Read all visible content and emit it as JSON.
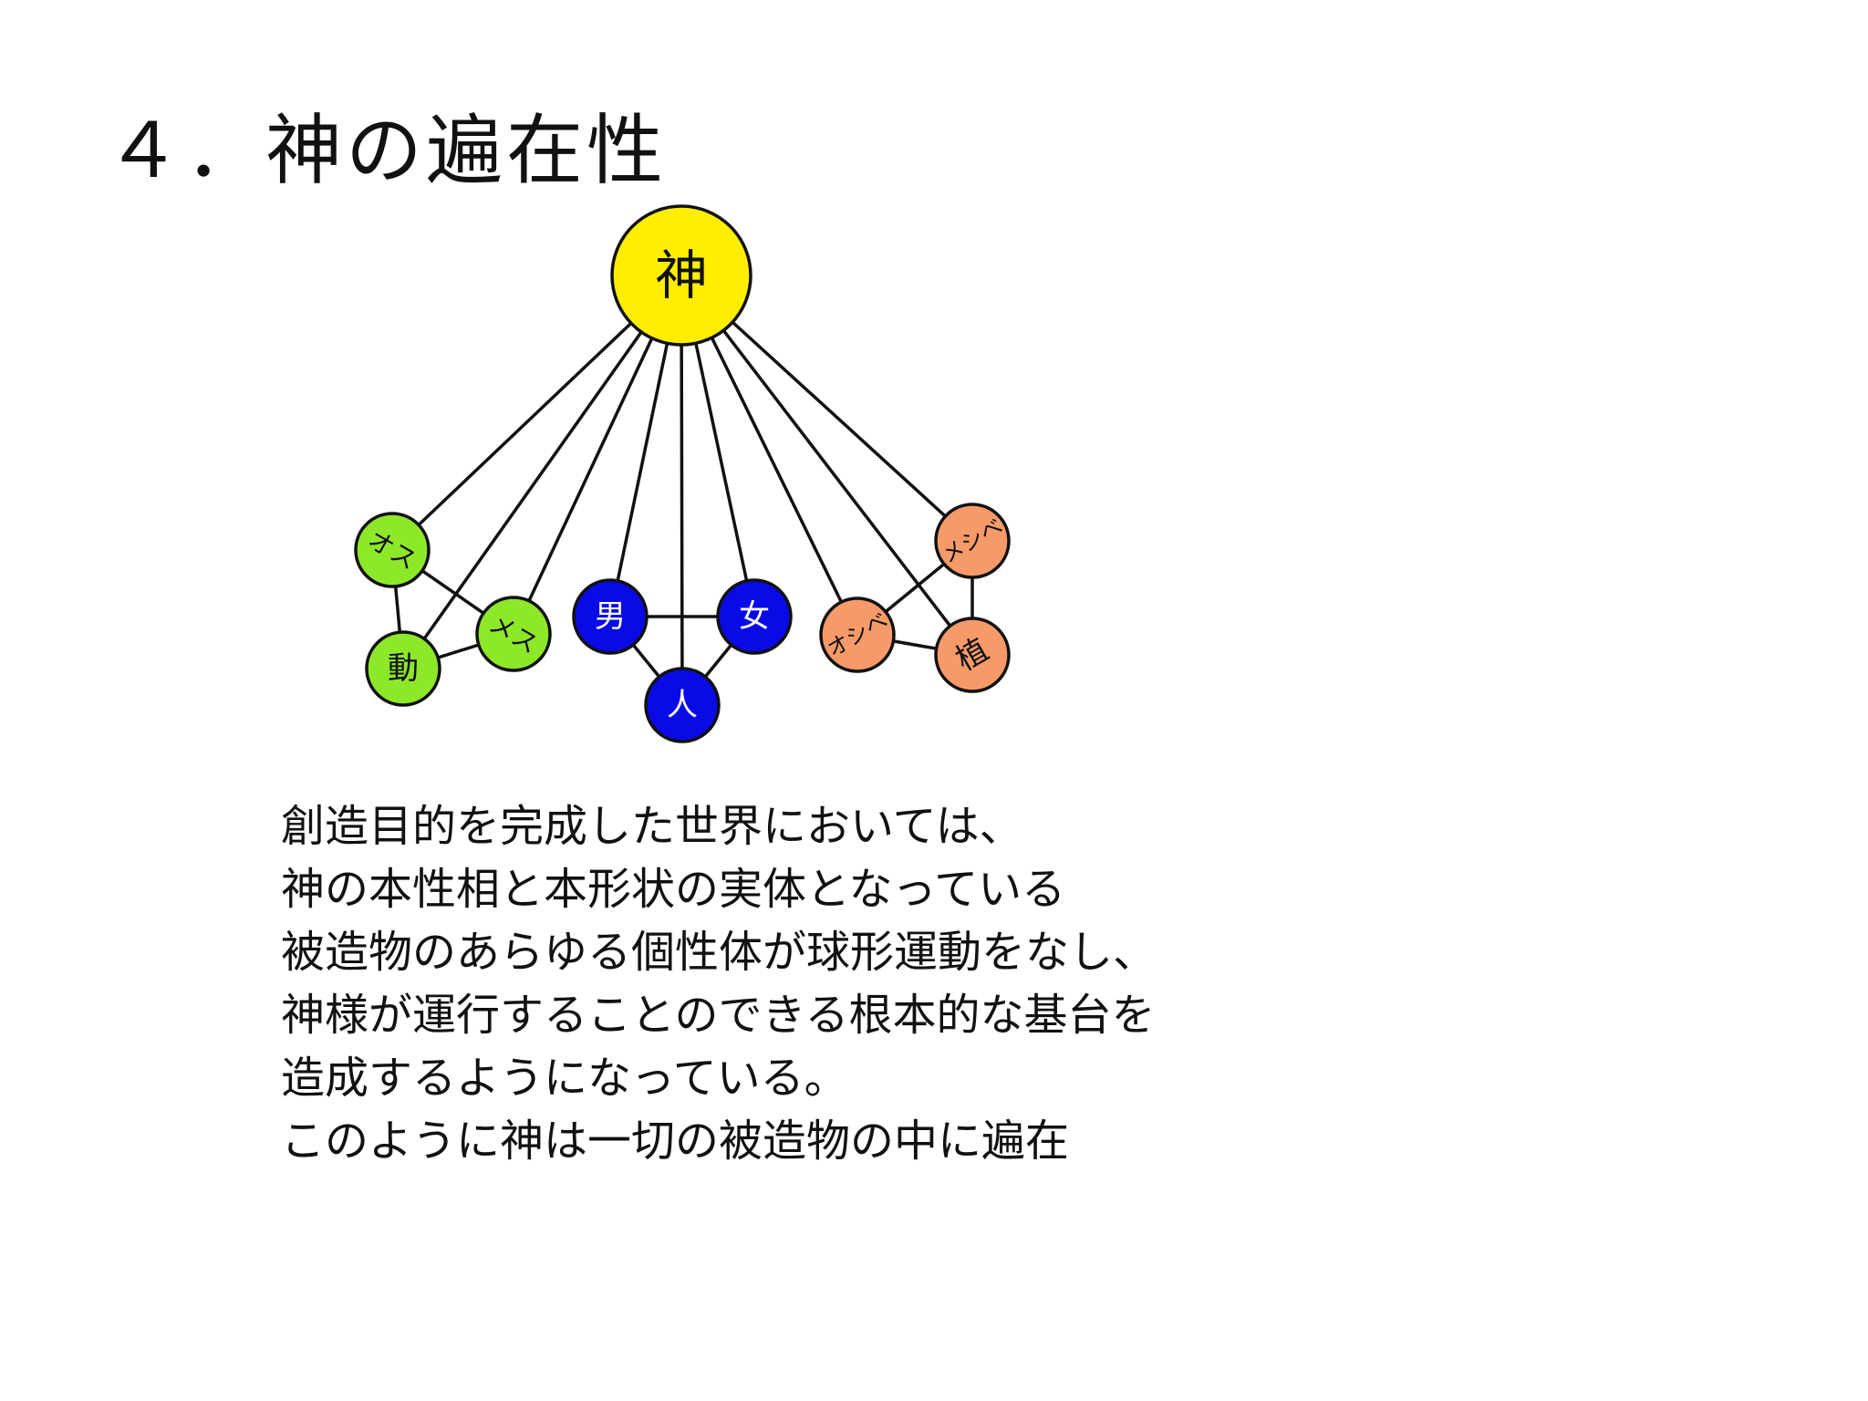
{
  "slide": {
    "title": "４．神の遍在性"
  },
  "diagram": {
    "nodes": [
      {
        "id": "god",
        "label": "神",
        "color": "#ffee00",
        "text_color": "#111111",
        "group": "center"
      },
      {
        "id": "animal-male",
        "label": "オス",
        "color": "#8ee82a",
        "text_color": "#111111",
        "group": "animal"
      },
      {
        "id": "animal-female",
        "label": "メス",
        "color": "#8ee82a",
        "text_color": "#111111",
        "group": "animal"
      },
      {
        "id": "animal",
        "label": "動",
        "color": "#8ee82a",
        "text_color": "#111111",
        "group": "animal"
      },
      {
        "id": "man",
        "label": "男",
        "color": "#0a0ae6",
        "text_color": "#ffffff",
        "group": "human"
      },
      {
        "id": "woman",
        "label": "女",
        "color": "#0a0ae6",
        "text_color": "#ffffff",
        "group": "human"
      },
      {
        "id": "human",
        "label": "人",
        "color": "#0a0ae6",
        "text_color": "#ffffff",
        "group": "human"
      },
      {
        "id": "plant-male",
        "label": "オシベ",
        "color": "#f79a6a",
        "text_color": "#111111",
        "group": "plant"
      },
      {
        "id": "plant-female",
        "label": "メシベ",
        "color": "#f79a6a",
        "text_color": "#111111",
        "group": "plant"
      },
      {
        "id": "plant",
        "label": "植",
        "color": "#f79a6a",
        "text_color": "#111111",
        "group": "plant"
      }
    ],
    "edges": [
      [
        "god",
        "animal-male"
      ],
      [
        "god",
        "animal-female"
      ],
      [
        "god",
        "animal"
      ],
      [
        "god",
        "man"
      ],
      [
        "god",
        "woman"
      ],
      [
        "god",
        "human"
      ],
      [
        "god",
        "plant-male"
      ],
      [
        "god",
        "plant-female"
      ],
      [
        "god",
        "plant"
      ],
      [
        "animal-male",
        "animal-female"
      ],
      [
        "animal-male",
        "animal"
      ],
      [
        "animal",
        "animal-female"
      ],
      [
        "man",
        "woman"
      ],
      [
        "man",
        "human"
      ],
      [
        "woman",
        "human"
      ],
      [
        "plant-male",
        "plant-female"
      ],
      [
        "plant-male",
        "plant"
      ],
      [
        "plant-female",
        "plant"
      ]
    ]
  },
  "body": {
    "lines": [
      "創造目的を完成した世界においては、",
      "神の本性相と本形状の実体となっている",
      "被造物のあらゆる個性体が球形運動をなし、",
      "神様が運行することのできる根本的な基台を",
      "造成するようになっている。",
      "このように神は一切の被造物の中に遍在"
    ]
  }
}
